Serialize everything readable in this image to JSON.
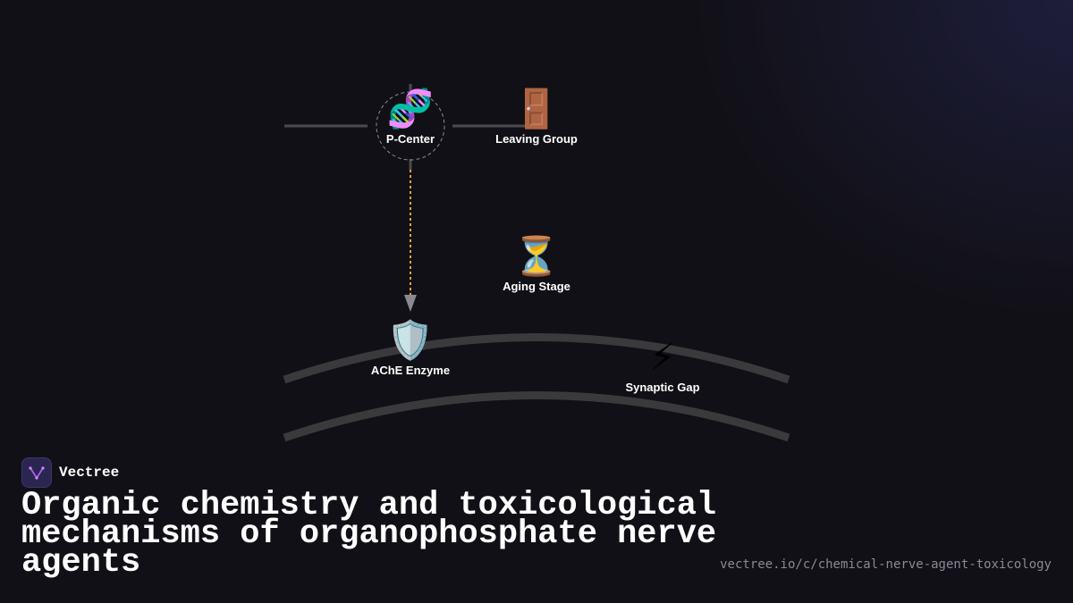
{
  "diagram": {
    "nodes": {
      "p_center": {
        "icon": "🧬",
        "icon_name": "dna-icon",
        "label": "P-Center"
      },
      "leaving_group": {
        "icon": "🚪",
        "icon_name": "door-icon",
        "label": "Leaving Group"
      },
      "aging_stage": {
        "icon": "⏳",
        "icon_name": "hourglass-icon",
        "label": "Aging Stage"
      },
      "ache_enzyme": {
        "icon": "🛡️",
        "icon_name": "shield-icon",
        "label": "AChE Enzyme"
      },
      "synaptic_gap": {
        "icon": "⚡",
        "icon_name": "lightning-icon",
        "label": "Synaptic Gap"
      }
    },
    "colors": {
      "bond_line": "#4a4a50",
      "membrane": "#3a3a3c",
      "attack_arrow": "#e8a13a",
      "arrow_head": "#8a8a8e"
    }
  },
  "brand": {
    "name": "Vectree",
    "logo_icon": "vectree-logo-icon",
    "logo_color": "#b05cf0"
  },
  "title": "Organic chemistry and toxicological mechanisms of organophosphate nerve agents",
  "url": "vectree.io/c/chemical-nerve-agent-toxicology"
}
